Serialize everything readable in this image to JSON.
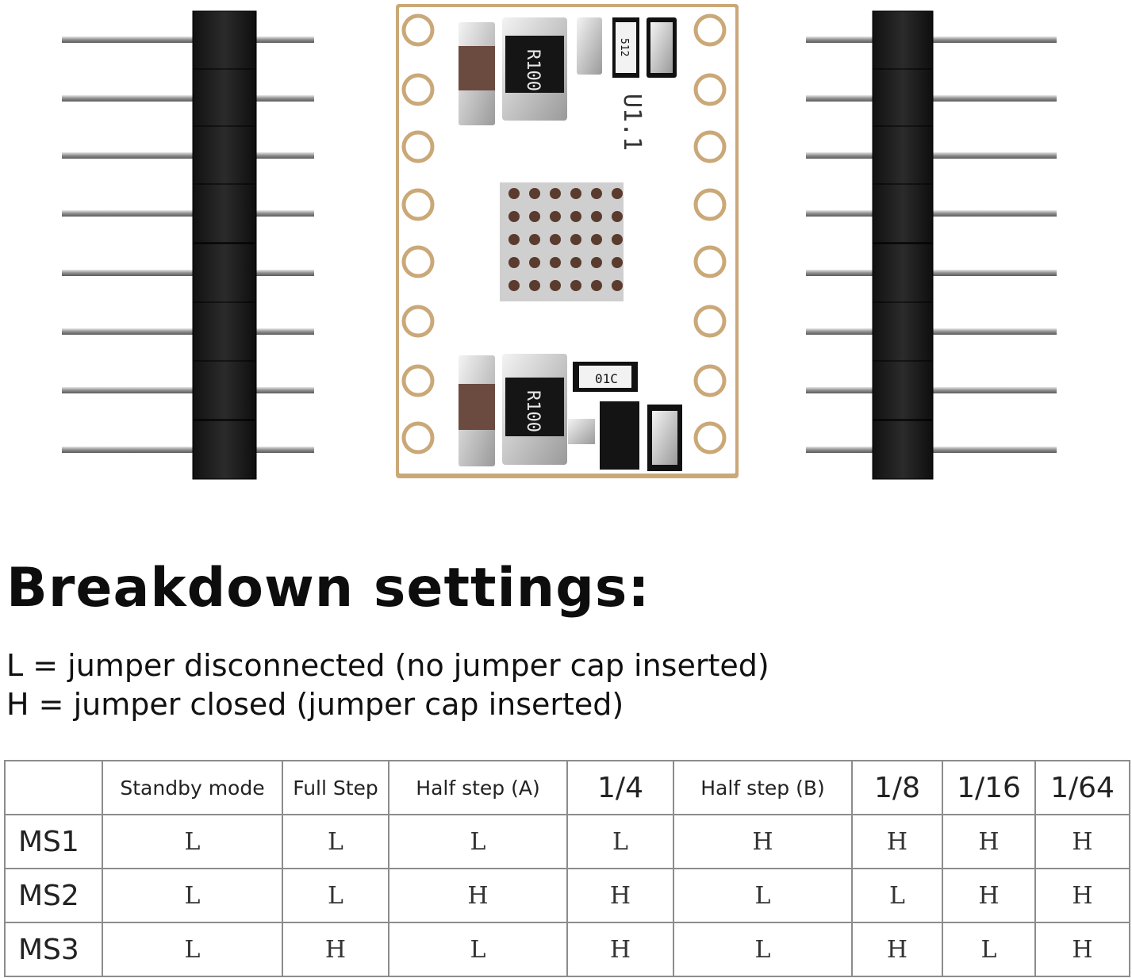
{
  "board": {
    "version_label": "U1.1",
    "resistor_label": "R100",
    "smd_label_top": "512",
    "smd_label_bottom": "01C"
  },
  "colors": {
    "pcb": "#ffffff",
    "pcb_edge": "#caa878",
    "header_plastic": "#1c1c1c",
    "pin_metal": "#a9a9a9",
    "capacitor": "#6b4a40"
  },
  "page": {
    "title": "Breakdown settings:",
    "legend": [
      "L = jumper disconnected (no jumper cap inserted)",
      "H = jumper closed (jumper cap inserted)"
    ]
  },
  "table": {
    "columns": [
      "",
      "Standby mode",
      "Full Step",
      "Half step (A)",
      "1/4",
      "Half step (B)",
      "1/8",
      "1/16",
      "1/64"
    ],
    "rows": [
      {
        "label": "MS1",
        "values": [
          "L",
          "L",
          "L",
          "L",
          "H",
          "H",
          "H",
          "H"
        ]
      },
      {
        "label": "MS2",
        "values": [
          "L",
          "L",
          "H",
          "H",
          "L",
          "L",
          "H",
          "H"
        ]
      },
      {
        "label": "MS3",
        "values": [
          "L",
          "H",
          "L",
          "H",
          "L",
          "H",
          "L",
          "H"
        ]
      }
    ]
  }
}
